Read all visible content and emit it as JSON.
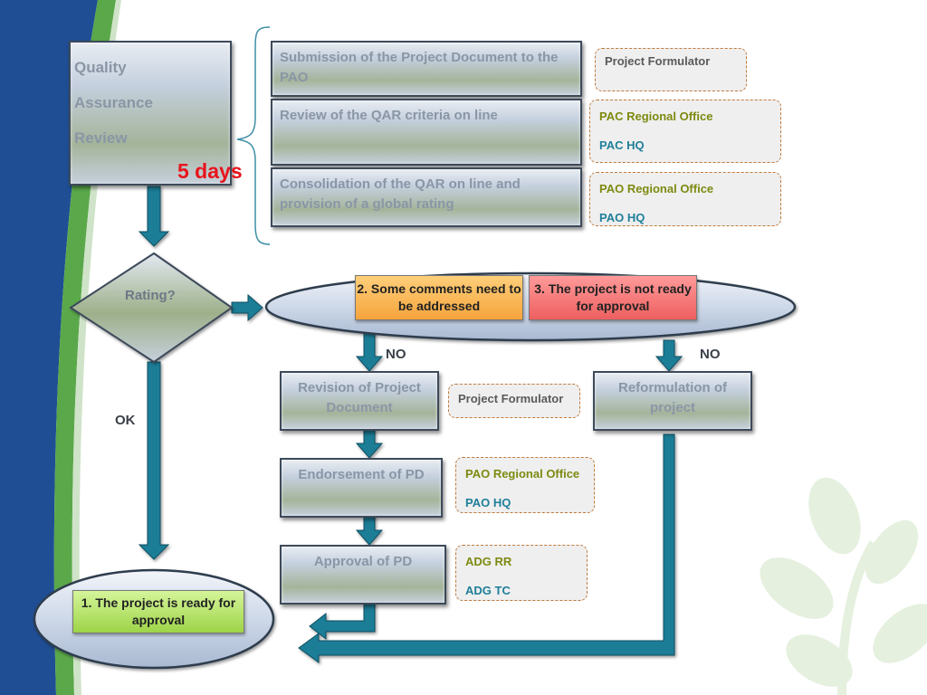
{
  "qar": {
    "line1": "Quality",
    "line2": "Assurance",
    "line3": "Review"
  },
  "duration": "5 days",
  "steps": {
    "submission": "Submission of the Project Document to the PAO",
    "review": "Review of the QAR criteria on line",
    "consolidation": "Consolidation of the QAR on line and provision of a global rating"
  },
  "roles": {
    "formulator_top": "Project Formulator",
    "pac_regional": "PAC Regional Office",
    "pac_hq": "PAC HQ",
    "pao_regional_top": "PAO Regional Office",
    "pao_hq_top": "PAO HQ",
    "formulator_mid": "Project Formulator",
    "pao_regional_mid": "PAO Regional Office",
    "pao_hq_mid": "PAO HQ",
    "adg_rr": "ADG RR",
    "adg_tc": "ADG TC"
  },
  "decision": {
    "label": "Rating?"
  },
  "outcomes": {
    "ready": "1. The project  is ready for approval",
    "comments": "2. Some comments need to be addressed",
    "not_ready": "3. The project is not ready for approval"
  },
  "branches": {
    "ok": "OK",
    "no_left": "NO",
    "no_right": "NO"
  },
  "actions": {
    "revision": "Revision of Project Document",
    "reformulation": "Reformulation of project",
    "endorsement": "Endorsement of PD",
    "approval": "Approval of PD"
  },
  "colors": {
    "accent_red": "#e8141c",
    "arrow_teal": "#1c7d96",
    "brand_blue": "#1f4e94",
    "brand_green": "#5aa84a"
  }
}
